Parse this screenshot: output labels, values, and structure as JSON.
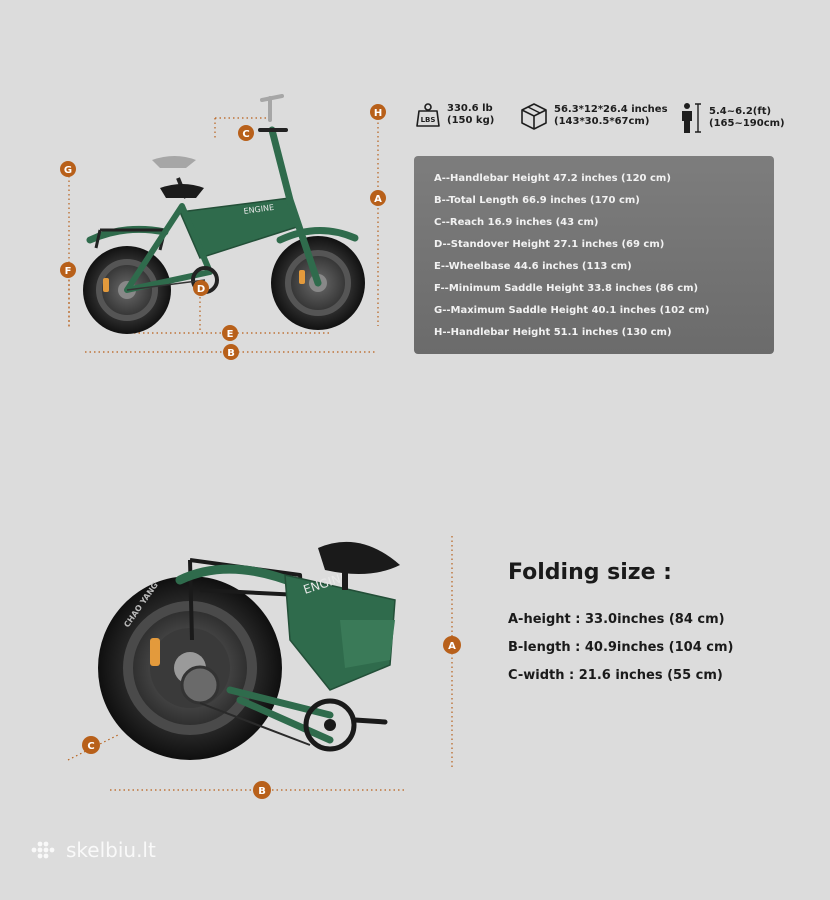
{
  "specs_top": {
    "weight": {
      "icon": "weight-lbs-icon",
      "badge": "LBS",
      "line1": "330.6 lb",
      "line2": "(150 kg)"
    },
    "package": {
      "icon": "package-box-icon",
      "line1": "56.3*12*26.4 inches",
      "line2": "(143*30.5*67cm)"
    },
    "rider": {
      "icon": "rider-height-icon",
      "line1": "5.4~6.2(ft)",
      "line2": "(165~190cm)"
    }
  },
  "dimension_specs": [
    "A--Handlebar Height   47.2 inches (120 cm)",
    "B--Total Length   66.9 inches (170 cm)",
    "C--Reach   16.9 inches (43 cm)",
    "D--Standover Height   27.1 inches (69 cm)",
    "E--Wheelbase   44.6 inches (113 cm)",
    "F--Minimum Saddle Height   33.8 inches (86 cm)",
    "G--Maximum Saddle Height   40.1 inches (102 cm)",
    "H--Handlebar Height   51.1 inches (130 cm)"
  ],
  "unfolded_markers": {
    "A": "A",
    "B": "B",
    "C": "C",
    "D": "D",
    "E": "E",
    "F": "F",
    "G": "G",
    "H": "H"
  },
  "bike_brand": "ENGINE",
  "tire_brand": "CHAO YANG",
  "folding": {
    "title": "Folding size :",
    "items": [
      "A-height : 33.0inches (84 cm)",
      "B-length : 40.9inches (104 cm)",
      "C-width : 21.6 inches (55 cm)"
    ],
    "markers": {
      "A": "A",
      "B": "B",
      "C": "C"
    }
  },
  "watermark": "skelbiu.lt",
  "colors": {
    "background": "#dcdcdc",
    "marker": "#b8601a",
    "frame_green": "#2f6b4c",
    "panel": "#747474",
    "accent_orange": "#e39a3c"
  }
}
